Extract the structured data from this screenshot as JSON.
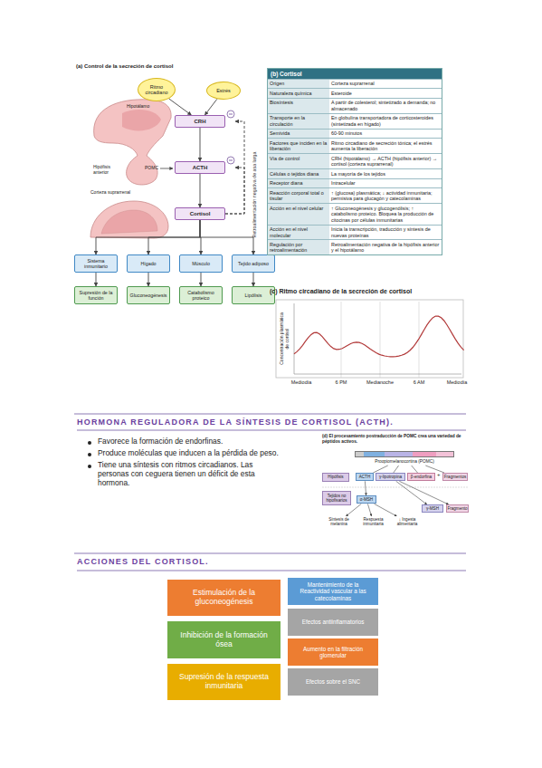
{
  "diagram": {
    "nodes": [
      {
        "text": [
          "Ritmo circadiano"
        ]
      },
      {
        "text": [
          "Estrés"
        ]
      },
      {
        "text": [
          "CRH"
        ]
      },
      {
        "text": [
          "ACTH"
        ]
      },
      {
        "text": [
          "Cortisol"
        ]
      },
      {
        "text": [
          "Sistema inmunitario"
        ]
      },
      {
        "text": [
          "Hígado"
        ]
      },
      {
        "text": [
          "Músculo"
        ]
      },
      {
        "text": [
          "Tejido adiposo"
        ]
      },
      {
        "text": [
          "Supresión de la función"
        ]
      },
      {
        "text": [
          "Gluconeogénesis"
        ]
      },
      {
        "text": [
          "Catabolismo proteico"
        ]
      },
      {
        "text": [
          "Lipólisis"
        ]
      },
      {
        "text": [
          "Proopiomelanocortina (POMC)"
        ]
      },
      {
        "text": [
          "Hipófisis"
        ]
      },
      {
        "text": [
          "ACTH"
        ]
      },
      {
        "text": [
          "γ-lipotropina"
        ]
      },
      {
        "text": [
          "β-endorfina"
        ]
      },
      {
        "text": [
          "Fragmentos"
        ]
      },
      {
        "text": [
          "Tejidos no hipofisarios"
        ]
      },
      {
        "text": [
          "α-MSH"
        ]
      },
      {
        "text": [
          "γ-MSH"
        ]
      },
      {
        "text": [
          "Fragmento"
        ]
      },
      {
        "text": [
          "Síntesis de melanina"
        ]
      },
      {
        "text": [
          "Respuesta inmunitaria"
        ]
      },
      {
        "text": [
          "↓ Ingesta alimentaria"
        ]
      },
      {
        "text": [
          "Estimulación de la gluconeogénesis"
        ]
      },
      {
        "text": [
          "Inhibición de la formación ósea"
        ]
      },
      {
        "text": [
          "Supresión de la respuesta inmunitaria"
        ]
      },
      {
        "text": [
          "Mantenimiento de la Reactividad vascular a las catecolaminas"
        ]
      },
      {
        "text": [
          "Efectos antiinflamatorios"
        ]
      },
      {
        "text": [
          "Aumento en la filtración glomerular"
        ]
      },
      {
        "text": [
          "Efectos sobre el SNC"
        ]
      }
    ],
    "edges": [
      {
        "from": 0,
        "to": 2,
        "arrow": "to"
      },
      {
        "from": 1,
        "to": 2,
        "arrow": "to"
      },
      {
        "from": 2,
        "to": 3,
        "arrow": "to"
      },
      {
        "from": 3,
        "to": 4,
        "arrow": "to"
      },
      {
        "from": 4,
        "to": 5,
        "arrow": "to"
      },
      {
        "from": 4,
        "to": 6,
        "arrow": "to"
      },
      {
        "from": 4,
        "to": 7,
        "arrow": "to"
      },
      {
        "from": 4,
        "to": 8,
        "arrow": "to"
      },
      {
        "from": 5,
        "to": 9,
        "arrow": "to"
      },
      {
        "from": 6,
        "to": 10,
        "arrow": "to"
      },
      {
        "from": 7,
        "to": 11,
        "arrow": "to"
      },
      {
        "from": 8,
        "to": 12,
        "arrow": "to"
      },
      {
        "from": 4,
        "to": 3,
        "arrow": "to"
      },
      {
        "from": 4,
        "to": 2,
        "arrow": "to"
      },
      {
        "from": 13,
        "to": 15,
        "arrow": "none"
      },
      {
        "from": 13,
        "to": 16,
        "arrow": "none"
      },
      {
        "from": 13,
        "to": 17,
        "arrow": "none"
      },
      {
        "from": 13,
        "to": 18,
        "arrow": "none"
      },
      {
        "from": 15,
        "to": 20,
        "arrow": "to"
      },
      {
        "from": 16,
        "to": 21,
        "arrow": "to"
      },
      {
        "from": 16,
        "to": 22,
        "arrow": "to"
      },
      {
        "from": 20,
        "to": 23,
        "arrow": "to"
      },
      {
        "from": 20,
        "to": 24,
        "arrow": "to"
      },
      {
        "from": 20,
        "to": 25,
        "arrow": "to"
      }
    ],
    "labels": [
      "(a) Control de la secreción de cortisol",
      "Hipotálamo",
      "Hipófisis anterior",
      "POMC",
      "Corteza suprarrenal",
      "Retroalimentación negativa de asa larga",
      "(b) Cortisol",
      "Origen",
      "Corteza suprarrenal",
      "Naturaleza química",
      "Esteroide",
      "Biosíntesis",
      "A partir de colesterol; sintetizado a demanda; no almacenado",
      "Transporte en la circulación",
      "En globulina transportadora de corticosteroides (sintetizada en hígado)",
      "Semivida",
      "60-90 minutos",
      "Factores que inciden en la liberación",
      "Ritmo circadiano de secreción tónica; el estrés aumenta la liberación",
      "Vía de control",
      "CRH (hipotálamo) → ACTH (hipófisis anterior) → cortisol (corteza suprarrenal)",
      "Células o tejidos diana",
      "La mayoría de los tejidos",
      "Receptor diana",
      "Intracelular",
      "Reacción corporal total o tisular",
      "↑ (glucosa) plasmática; ↓ actividad inmunitaria; permisiva para glucagón y catecolaminas",
      "Acción en el nivel celular",
      "↑ Gluconeogénesis y glucogenólisis; ↑ catabolismo proteico. Bloquea la producción de citocinas por células inmunitarias",
      "Acción en el nivel molecular",
      "Inicia la transcripción, traducción y síntesis de nuevas proteínas",
      "Regulación por retroalimentación",
      "Retroalimentación negativa de la hipófisis anterior y el hipotálamo",
      "(c) Ritmo circadiano de la secreción de cortisol",
      "Concentración plasmática de cortisol",
      "Mediodía",
      "6 PM",
      "Medianoche",
      "6 AM",
      "Mediodía",
      "HORMONA REGULADORA DE LA SÍNTESIS DE CORTISOL (ACTH).",
      "Favorece la formación de endorfinas.",
      "Produce moléculas que inducen a la pérdida de peso.",
      "Tiene una síntesis con ritmos circadianos. Las personas con ceguera tienen un déficit de esta hormona.",
      "(d) El procesamiento postraducción de POMC crea una variedad de péptidos activos.",
      "+",
      "ACCIONES DEL CORTISOL."
    ]
  }
}
